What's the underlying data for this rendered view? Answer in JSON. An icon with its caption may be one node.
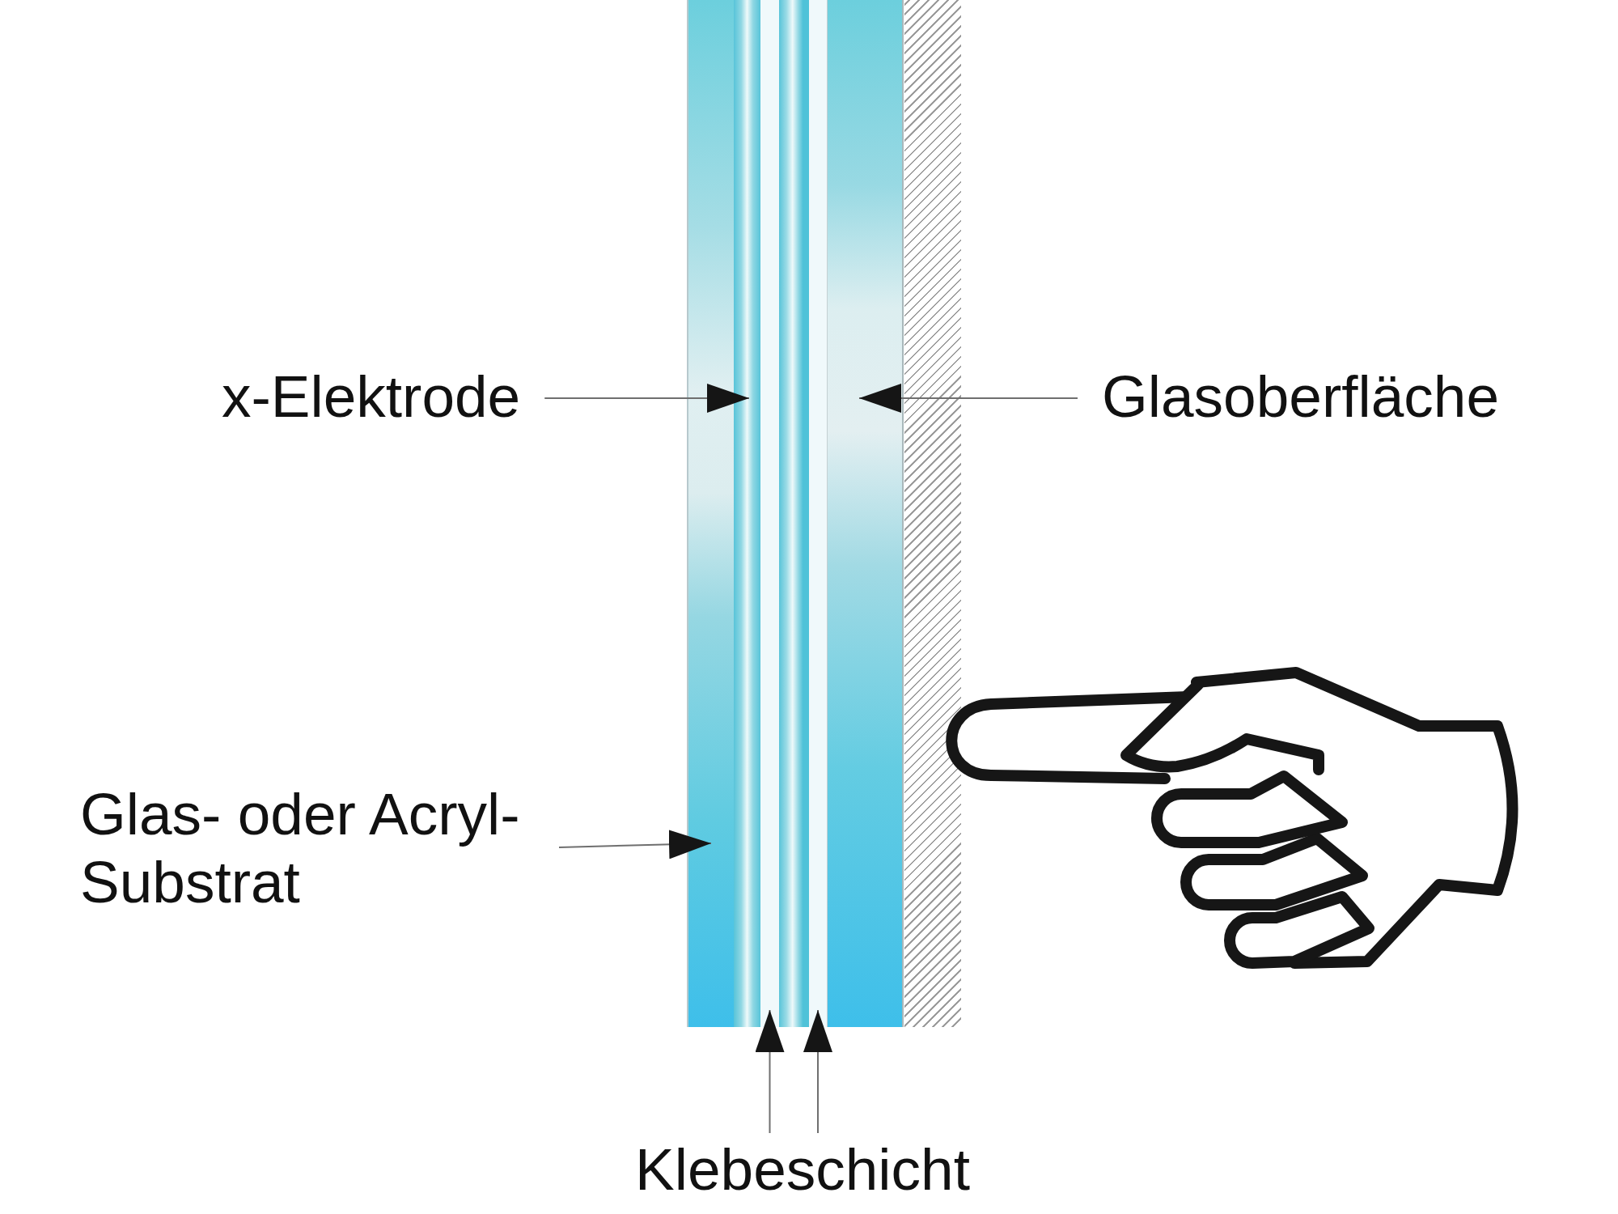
{
  "diagram": {
    "nodes": [
      {
        "text": [],
        "shape": "bar"
      },
      {
        "text": [],
        "shape": "bar"
      },
      {
        "text": [],
        "shape": "bar"
      },
      {
        "text": [],
        "shape": "bar"
      },
      {
        "text": [],
        "shape": "bar"
      },
      {
        "text": [],
        "shape": "bar"
      },
      {
        "text": [],
        "shape": "bar"
      },
      {
        "text": [
          "x-Elektrode"
        ]
      },
      {
        "text": [
          "Glasoberfläche"
        ]
      },
      {
        "text": [
          "Glas- oder Acryl-Substrat"
        ]
      },
      {
        "text": [
          "Klebeschicht"
        ]
      }
    ],
    "edges": [
      {
        "from": 7,
        "to": 1,
        "arrow": "to"
      },
      {
        "from": 8,
        "to": 5,
        "arrow": "to"
      },
      {
        "from": 9,
        "to": 0,
        "arrow": "to"
      },
      {
        "from": 10,
        "to": 2,
        "arrow": "to"
      },
      {
        "from": 10,
        "to": 4,
        "arrow": "to"
      }
    ]
  }
}
